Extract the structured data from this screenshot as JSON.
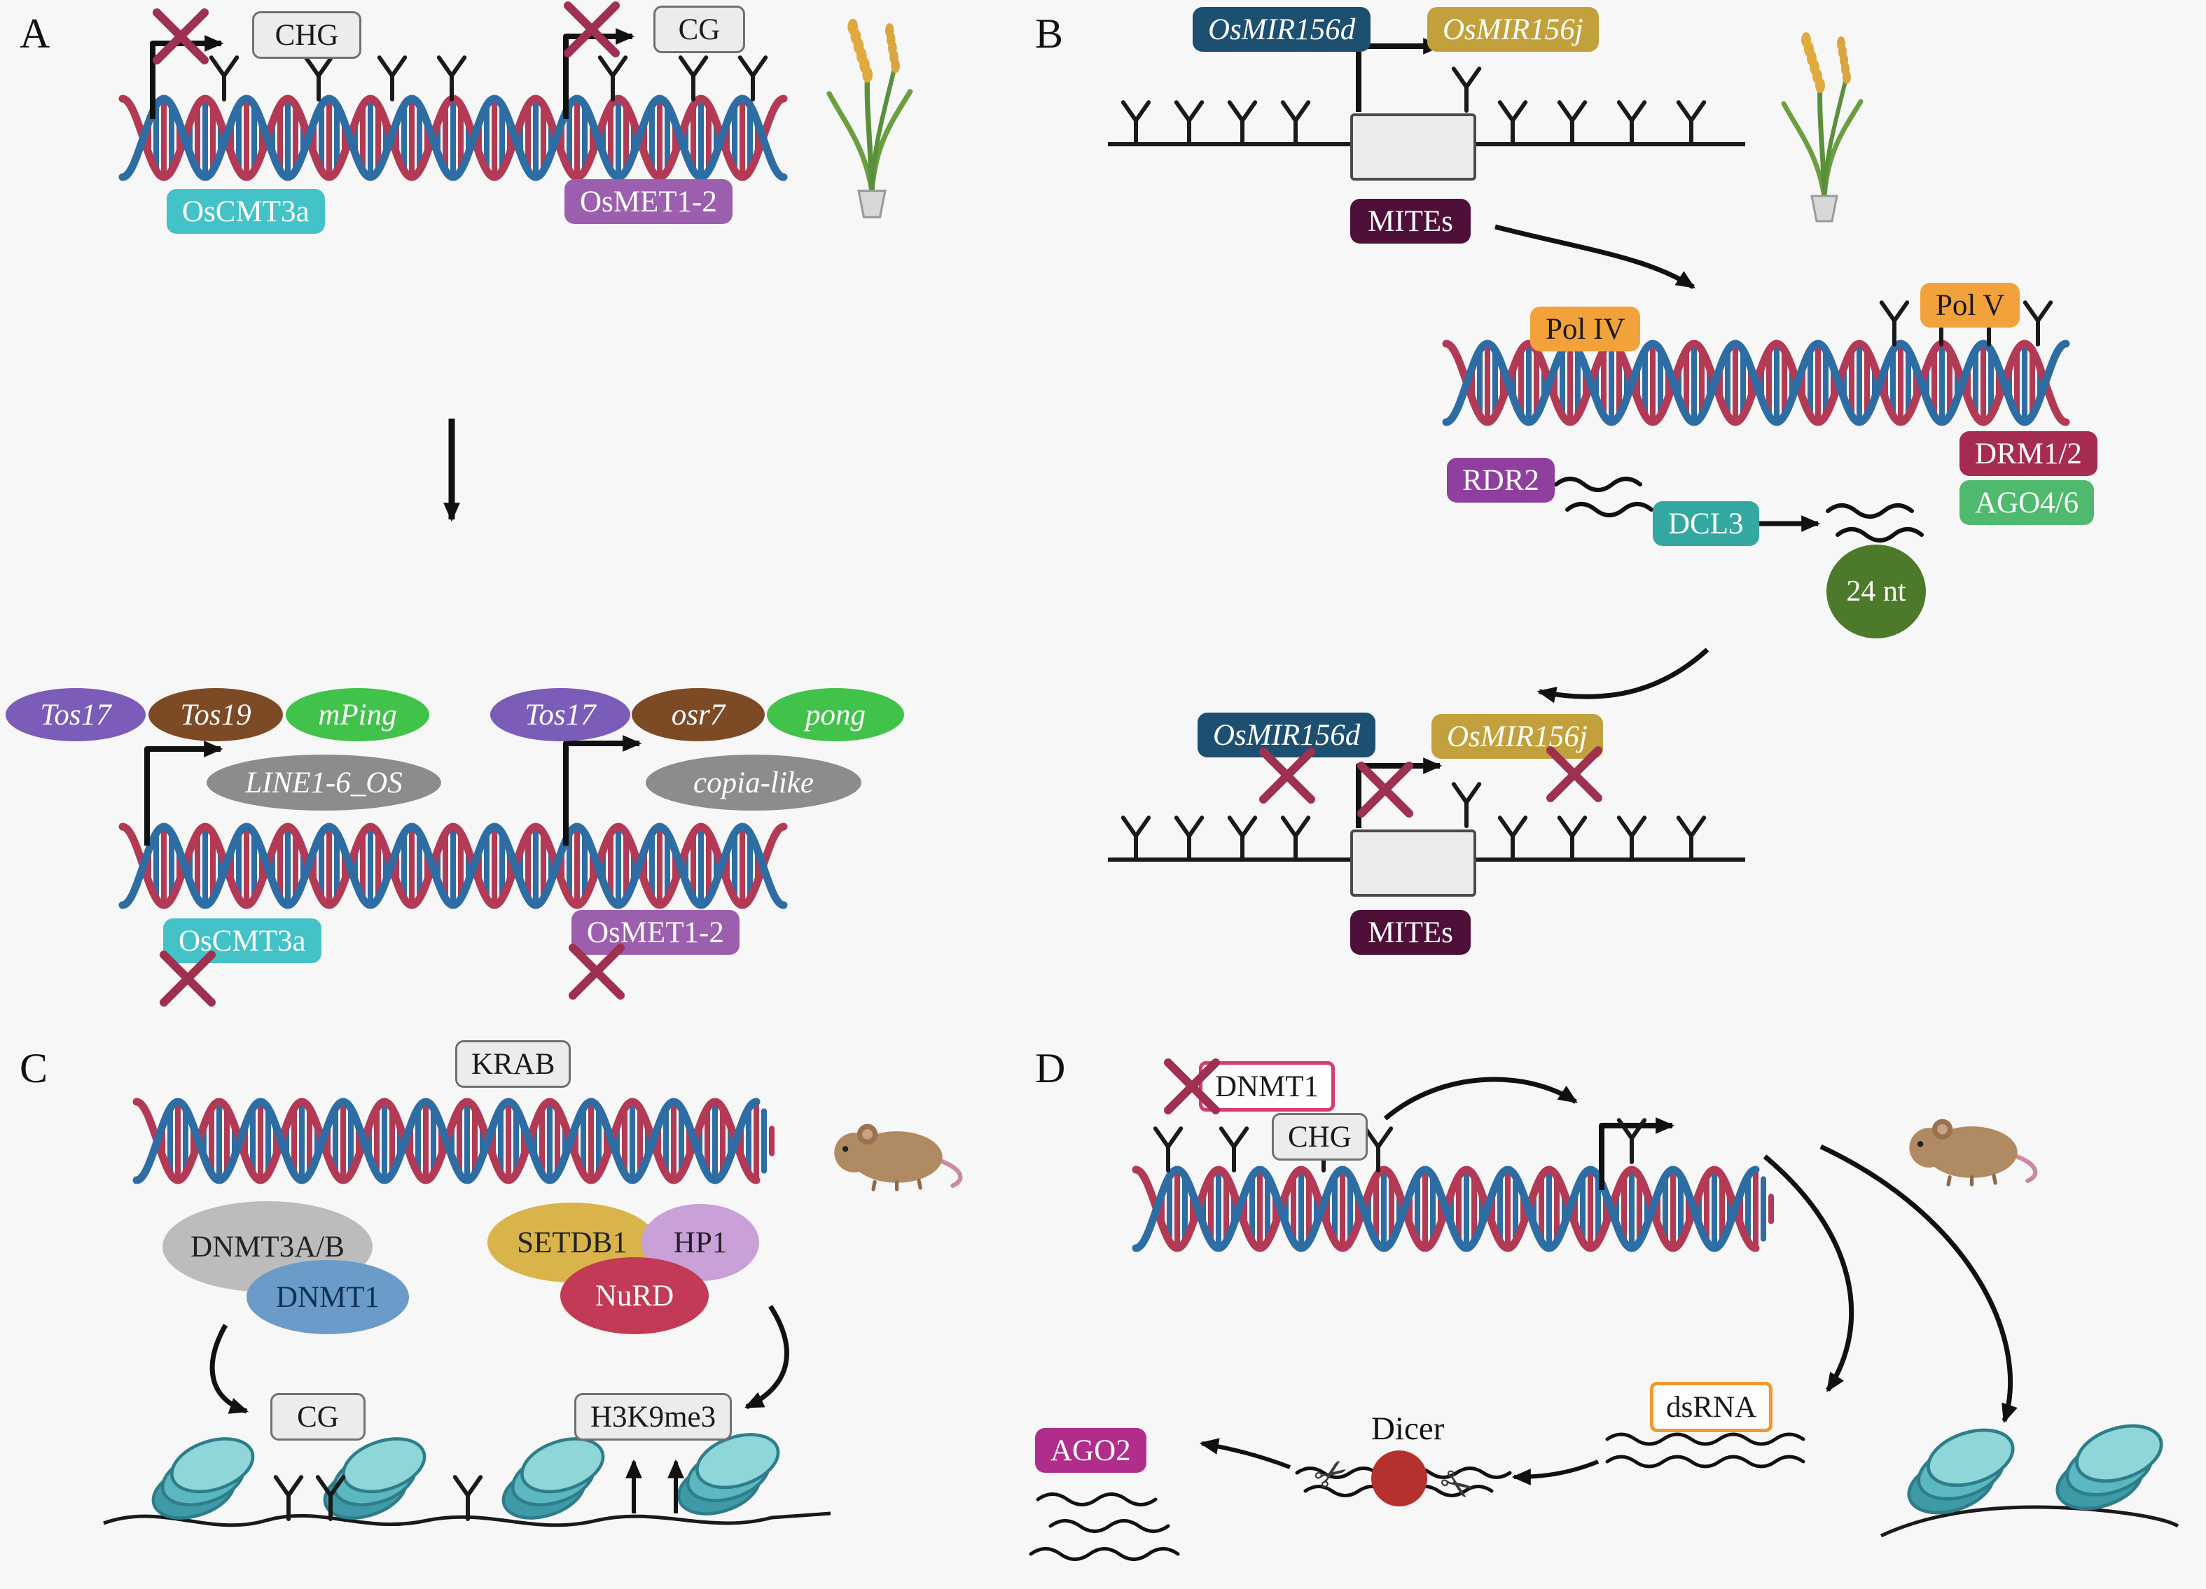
{
  "colors": {
    "background": "#f7f7f7",
    "teal_box": "#43c2c7",
    "purple_box": "#9c5fae",
    "navy_box": "#1d4f71",
    "gold_box": "#c2a13c",
    "dark_maroon_box": "#4e1038",
    "orange_box": "#f2a23a",
    "drm_red": "#a52c50",
    "ago_green": "#4fb96d",
    "rdr2_purple": "#8f3f9e",
    "dcl3_teal": "#35a7a1",
    "sirna_green": "#4c7a2a",
    "te_purple": "#7b5cb8",
    "te_brown": "#7d4a26",
    "te_green": "#41c24a",
    "te_gray": "#8c8c8c",
    "dnmt1_blue": "#6b9cc9",
    "setdb1_gold": "#d8b44a",
    "hp1_lavender": "#c9a0d8",
    "nurd_red": "#c23a56",
    "ago2_magenta": "#b02d8c",
    "dnmt1_border_pink": "#d63a6e",
    "dsrna_border_orange": "#f09a2e",
    "inhibition_x": "#9e3050",
    "helix_red": "#b23a55",
    "helix_blue": "#2e6da4",
    "nucleosome_teal": "#68c2c8"
  },
  "panel_a": {
    "label": "A",
    "chg_label": "CHG",
    "cg_label": "CG",
    "oscmt3a_label": "OsCMT3a",
    "osmet12_label": "OsMET1-2",
    "transposons": [
      {
        "label": "Tos17"
      },
      {
        "label": "Tos19"
      },
      {
        "label": "mPing"
      },
      {
        "label": "Tos17"
      },
      {
        "label": "osr7"
      },
      {
        "label": "pong"
      }
    ],
    "line1_label": "LINE1-6_OS",
    "copia_label": "copia-like"
  },
  "panel_b": {
    "label": "B",
    "mir156d_label": "OsMIR156d",
    "mir156j_label": "OsMIR156j",
    "mites_label": "MITEs",
    "pol4_label": "Pol IV",
    "pol5_label": "Pol V",
    "drm_label": "DRM1/2",
    "ago46_label": "AGO4/6",
    "rdr2_label": "RDR2",
    "dcl3_label": "DCL3",
    "nt24_label": "24 nt"
  },
  "panel_c": {
    "label": "C",
    "krab_label": "KRAB",
    "dnmt3ab_label": "DNMT3A/B",
    "dnmt1_label": "DNMT1",
    "setdb1_label": "SETDB1",
    "hp1_label": "HP1",
    "nurd_label": "NuRD",
    "cg_label": "CG",
    "h3k9me3_label": "H3K9me3"
  },
  "panel_d": {
    "label": "D",
    "dnmt1_label": "DNMT1",
    "chg_label": "CHG",
    "dsrna_label": "dsRNA",
    "dicer_label": "Dicer",
    "ago2_label": "AGO2"
  }
}
